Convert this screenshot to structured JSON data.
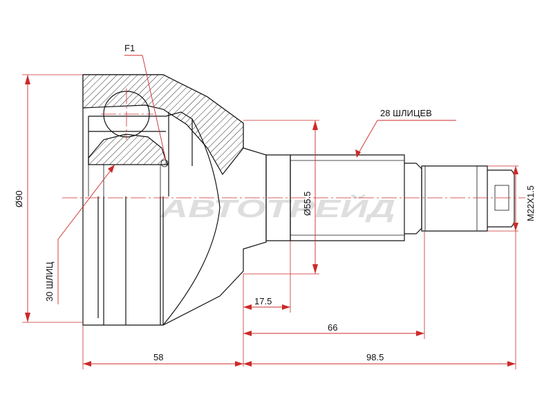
{
  "diagram": {
    "watermark": "АВТОТРЕЙД",
    "colors": {
      "outline": "#111111",
      "dimension": "#cc2a2a",
      "watermark": "#d9d9d9"
    },
    "labels": {
      "f1": "F1",
      "splines_outer": "28 ШЛИЦЕВ",
      "splines_inner": "30 ШЛИЦ",
      "dia_outer": "Ø90",
      "dia_shaft": "Ø55.5",
      "thread": "M22X1.5",
      "len_17_5": "17.5",
      "len_66": "66",
      "len_58": "58",
      "len_98_5": "98.5"
    }
  }
}
